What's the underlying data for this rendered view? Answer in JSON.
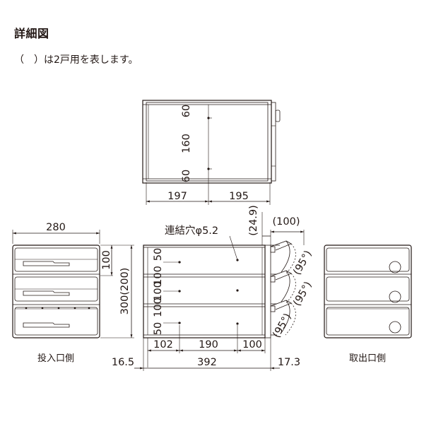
{
  "title": "詳細図",
  "note": "（　）は2戸用を表します。",
  "top_view": {
    "dim_60a": "60",
    "dim_160": "160",
    "dim_60b": "60",
    "dim_197": "197",
    "dim_195": "195"
  },
  "front_view": {
    "caption": "投入口側",
    "dim_280": "280"
  },
  "side_view": {
    "dim_249": "(24.9)",
    "dim_100top": "(100)",
    "hole_label": "連結穴φ5.2",
    "dim_50a": "50",
    "dim_100a": "100",
    "dim_100b": "100",
    "dim_100c": "100",
    "dim_50b": "50",
    "dim_100right": "100",
    "dim_300": "300(200)",
    "dim_102": "102",
    "dim_190": "190",
    "dim_100bottom": "100",
    "dim_165": "16.5",
    "dim_392": "392",
    "dim_173": "17.3",
    "angle_a": "(95°)",
    "angle_b": "(95°)",
    "angle_c": "(95°)"
  },
  "rear_view": {
    "caption": "取出口側"
  }
}
